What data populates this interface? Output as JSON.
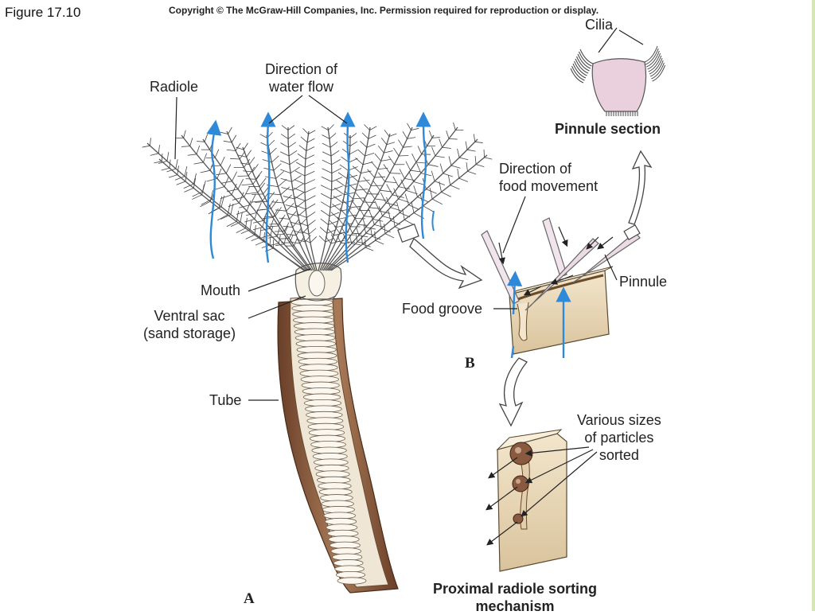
{
  "figure_label": "Figure 17.10",
  "copyright": "Copyright © The McGraw-Hill Companies, Inc. Permission required for reproduction or display.",
  "labels": {
    "radiole": "Radiole",
    "direction_water_flow": "Direction of\nwater flow",
    "mouth": "Mouth",
    "ventral_sac": "Ventral sac\n(sand storage)",
    "tube": "Tube",
    "panel_a": "A",
    "cilia": "Cilia",
    "pinnule_section": "Pinnule section",
    "direction_food_movement": "Direction of\nfood movement",
    "pinnule": "Pinnule",
    "food_groove": "Food groove",
    "panel_b": "B",
    "various_sizes": "Various sizes\nof particles\nsorted",
    "sorting_mechanism": "Proximal radiole sorting\nmechanism"
  },
  "colors": {
    "water_arrow": "#2e8ad8",
    "tube": "#8a5a3a",
    "tube_inner": "#efe6d6",
    "body": "#f4efe4",
    "groove_block": "#ead9bb",
    "pinnule_section_fill": "#ead0dc",
    "particle": "#8a5a40"
  }
}
